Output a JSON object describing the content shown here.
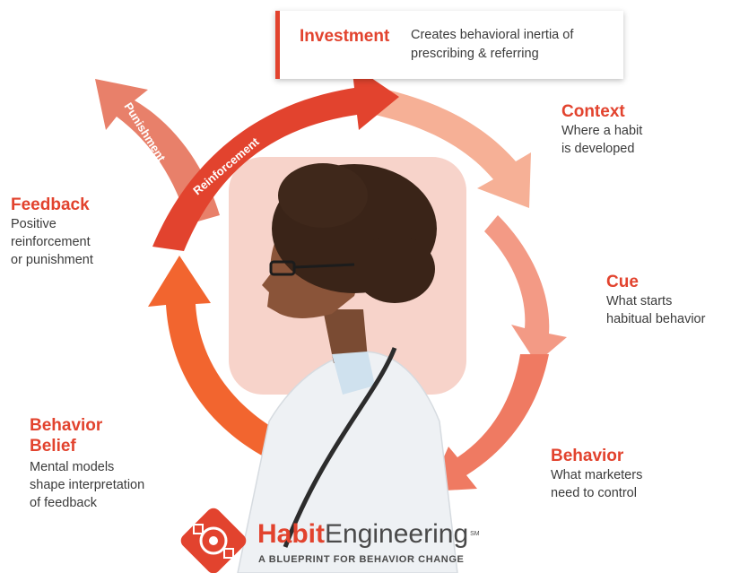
{
  "investment": {
    "title": "Investment",
    "desc": "Creates behavioral inertia of prescribing & referring"
  },
  "context": {
    "title": "Context",
    "desc_line1": "Where a habit",
    "desc_line2": "is developed"
  },
  "cue": {
    "title": "Cue",
    "desc_line1": "What starts",
    "desc_line2": "habitual behavior"
  },
  "behavior": {
    "title": "Behavior",
    "desc_line1": "What marketers",
    "desc_line2": "need to control"
  },
  "belief": {
    "title_line1": "Behavior",
    "title_line2": "Belief",
    "desc_line1": "Mental models",
    "desc_line2": "shape interpretation",
    "desc_line3": "of feedback"
  },
  "feedback": {
    "title": "Feedback",
    "desc_line1": "Positive",
    "desc_line2": "reinforcement",
    "desc_line3": "or punishment"
  },
  "arrows": {
    "punishment": "Punishment",
    "reinforcement": "Reinforcement"
  },
  "logo": {
    "bold": "Habit",
    "rest": "Engineering",
    "mark": "SM",
    "tagline": "A BLUEPRINT FOR BEHAVIOR CHANGE"
  },
  "colors": {
    "accent": "#e2432e",
    "context_arrow": "#f6b096",
    "cue_arrow": "#f39a85",
    "behavior_arrow": "#ef7a62",
    "belief_arrow": "#f2652f",
    "reinforcement_arrow": "#e2432e",
    "punishment_arrow": "#e8806a"
  }
}
